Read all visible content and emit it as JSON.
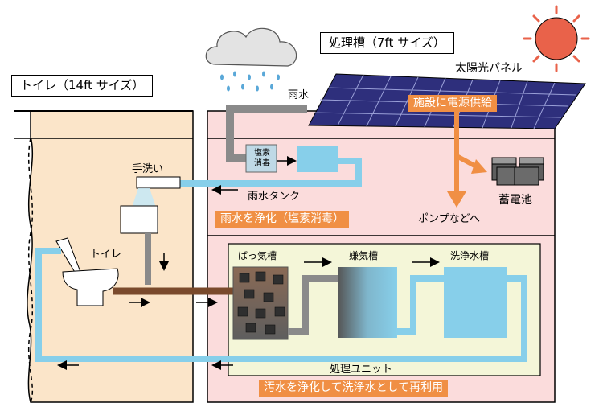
{
  "labels": {
    "toilet_room_title": "トイレ（14ft サイズ）",
    "treatment_tank_title": "処理槽（7ft サイズ）",
    "solar_panel": "太陽光パネル",
    "supply_power": "施設に電源供給",
    "rainwater": "雨水",
    "chlorine_disinfection": "塩素\n消毒",
    "hand_wash": "手洗い",
    "rain_tank": "雨水タンク",
    "rain_purify": "雨水を浄化（塩素消毒）",
    "battery": "蓄電池",
    "to_pumps": "ポンプなどへ",
    "toilet": "トイレ",
    "aeration_tank": "ばっ気槽",
    "anaerobic_tank": "嫌気槽",
    "wash_water_tank": "洗浄水槽",
    "treatment_unit": "処理ユニット",
    "wastewater_reuse": "汚水を浄化して洗浄水として再利用"
  },
  "colors": {
    "toilet_room_bg": "#fbe5c9",
    "treatment_bg": "#fbdcdc",
    "treatment_unit_bg": "#f4f6d8",
    "water": "#87cfea",
    "gray_pipe": "#8a8a8a",
    "brown_pipe": "#7a4a2c",
    "orange": "#f08f44",
    "solar": "#2e2f7c",
    "sun": "#e9624a"
  }
}
